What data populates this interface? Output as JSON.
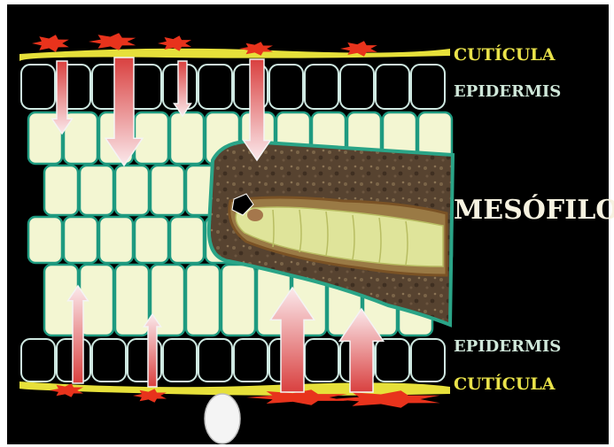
{
  "labels": {
    "cuticle_top": "CUTÍCULA",
    "epidermis_top": "EPIDERMIS",
    "mesophyll": "MESÓFILO",
    "epidermis_bottom": "EPIDERMIS",
    "cuticle_bottom": "CUTÍCULA"
  },
  "colors": {
    "background": "#000000",
    "cuticle": "#e6e03a",
    "epidermis_cell_outline": "#cfe9e2",
    "mesophyll_cell_fill": "#f3f6d2",
    "mesophyll_cell_outline": "#1e9a80",
    "mine_fill": "#5b4633",
    "mine_border": "#2aa487",
    "larva": "#dfe49a",
    "arrow": "#e86a6a",
    "damage": "#e8331c",
    "egg": "#f4f4f4"
  }
}
